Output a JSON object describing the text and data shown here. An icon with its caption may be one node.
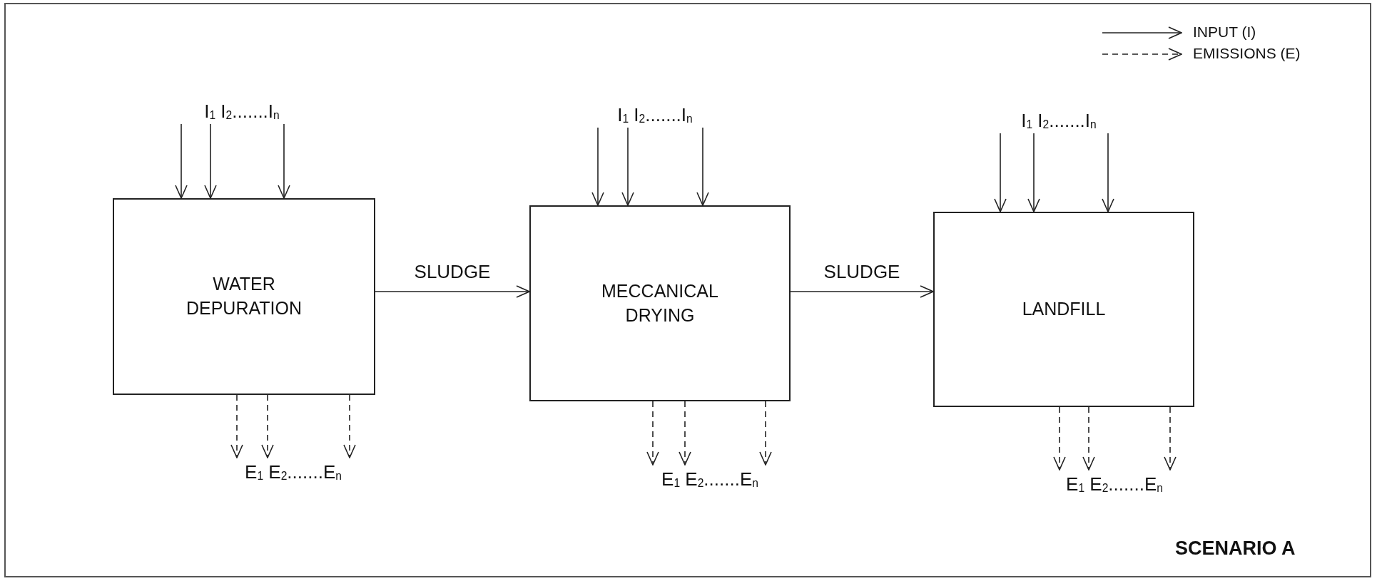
{
  "diagram": {
    "nodes": [
      {
        "text": [
          "I$_{1}$ I$_{2}$.......I$_{n}$"
        ]
      },
      {
        "text": [
          "WATER DEPURATION"
        ]
      },
      {
        "text": [
          "E$_{1}$ E$_{2}$.......E$_{n}$"
        ]
      },
      {
        "text": [
          "I$_{1}$ I$_{2}$.......I$_{n}$"
        ]
      },
      {
        "text": [
          "MECCANICAL DRYING"
        ]
      },
      {
        "text": [
          "E$_{1}$ E$_{2}$.......E$_{n}$"
        ]
      },
      {
        "text": [
          "I$_{1}$ I$_{2}$.......I$_{n}$"
        ]
      },
      {
        "text": [
          "LANDFILL"
        ]
      },
      {
        "text": [
          "E$_{1}$ E$_{2}$.......E$_{n}$"
        ]
      }
    ],
    "edges": [
      {
        "from": 0,
        "to": 1,
        "arrow": "to"
      },
      {
        "from": 0,
        "to": 1,
        "arrow": "to"
      },
      {
        "from": 0,
        "to": 1,
        "arrow": "to"
      },
      {
        "from": 1,
        "to": 2,
        "arrow": "to",
        "style": "dashed"
      },
      {
        "from": 1,
        "to": 2,
        "arrow": "to",
        "style": "dashed"
      },
      {
        "from": 1,
        "to": 2,
        "arrow": "to",
        "style": "dashed"
      },
      {
        "from": 1,
        "to": 4,
        "arrow": "to",
        "label": "SLUDGE"
      },
      {
        "from": 3,
        "to": 4,
        "arrow": "to"
      },
      {
        "from": 3,
        "to": 4,
        "arrow": "to"
      },
      {
        "from": 3,
        "to": 4,
        "arrow": "to"
      },
      {
        "from": 4,
        "to": 5,
        "arrow": "to",
        "style": "dashed"
      },
      {
        "from": 4,
        "to": 5,
        "arrow": "to",
        "style": "dashed"
      },
      {
        "from": 4,
        "to": 5,
        "arrow": "to",
        "style": "dashed"
      },
      {
        "from": 4,
        "to": 7,
        "arrow": "to",
        "label": "SLUDGE"
      },
      {
        "from": 6,
        "to": 7,
        "arrow": "to"
      },
      {
        "from": 6,
        "to": 7,
        "arrow": "to"
      },
      {
        "from": 6,
        "to": 7,
        "arrow": "to"
      },
      {
        "from": 7,
        "to": 8,
        "arrow": "to",
        "style": "dashed"
      },
      {
        "from": 7,
        "to": 8,
        "arrow": "to",
        "style": "dashed"
      },
      {
        "from": 7,
        "to": 8,
        "arrow": "to",
        "style": "dashed"
      }
    ],
    "labels": [
      "SCENARIO A"
    ],
    "legend": [
      {
        "text": "INPUT (I)"
      },
      {
        "text": "EMISSIONS (E)"
      }
    ]
  }
}
